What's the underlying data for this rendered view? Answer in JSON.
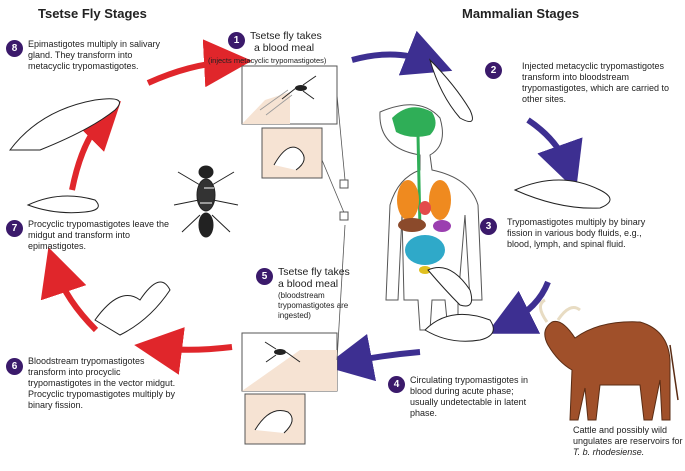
{
  "headers": {
    "tsetse": "Tsetse Fly Stages",
    "mammalian": "Mammalian Stages"
  },
  "steps": [
    {
      "num": "1",
      "text": "Tsetse fly takes",
      "text2": "a blood meal",
      "note": "(injects metacyclic trypomastigotes)"
    },
    {
      "num": "2",
      "text": "Injected metacyclic trypomastigotes transform into bloodstream trypomastigotes, which are carried to other sites."
    },
    {
      "num": "3",
      "text": "Trypomastigotes multiply by binary fission in various body fluids, e.g., blood, lymph, and spinal fluid."
    },
    {
      "num": "4",
      "text": "Circulating trypomastigotes in blood during acute phase; usually undetectable in latent phase."
    },
    {
      "num": "5",
      "text": "Tsetse fly takes",
      "text2": "a blood meal",
      "note": "(bloodstream trypomastigotes are ingested)"
    },
    {
      "num": "6",
      "text": "Bloodstream trypomastigotes transform into procyclic trypomastigotes in the vector midgut. Procyclic trypomastigotes multiply by binary fission."
    },
    {
      "num": "7",
      "text": "Procyclic trypomastigotes leave the midgut and transform into epimastigotes."
    },
    {
      "num": "8",
      "text": "Epimastigotes multiply in salivary gland. They transform into metacyclic trypomastigotes."
    }
  ],
  "reservoir": {
    "text": "Cattle and possibly wild ungulates are reservoirs for",
    "species": "T. b. rhodesiense."
  },
  "colors": {
    "fly_arrow": "#e0262b",
    "mammal_arrow": "#3d2f91",
    "badge": "#3b1a6b"
  }
}
